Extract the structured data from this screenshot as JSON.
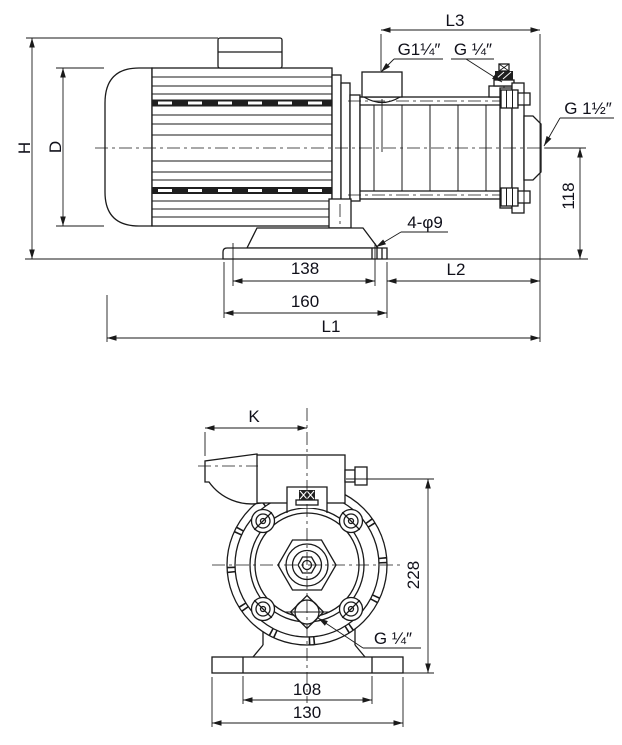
{
  "drawing": {
    "background": "#ffffff",
    "line_color": "#1a1a1a",
    "text_color": "#10101a",
    "side_view": {
      "dim_labels": {
        "H": "H",
        "D": "D",
        "L1": "L1",
        "L2": "L2",
        "L3": "L3",
        "h118": "118",
        "w138": "138",
        "w160": "160",
        "bolt_holes": "4-φ9"
      },
      "port_labels": {
        "suction": "G1¼″",
        "vent": "G ¼″",
        "discharge": "G 1½″"
      }
    },
    "front_view": {
      "dim_labels": {
        "K": "K",
        "h228": "228",
        "w108": "108",
        "w130": "130"
      },
      "port_labels": {
        "drain": "G ¼″"
      }
    }
  }
}
